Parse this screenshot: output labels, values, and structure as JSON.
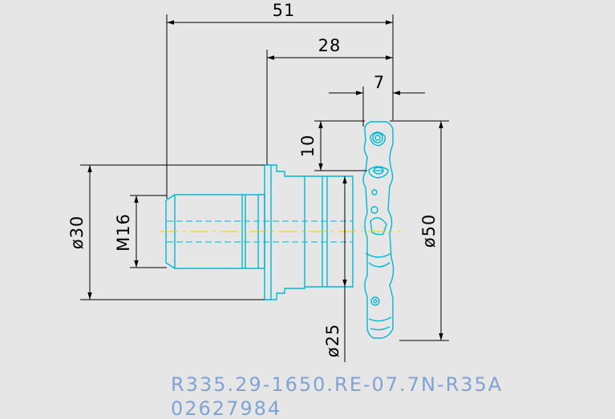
{
  "colors": {
    "background": "#e6e6e6",
    "part_outline": "#00b8d4",
    "dimension_line": "#000000",
    "centerline": "#e6d600",
    "part_code_text": "#7fa3d6"
  },
  "dimensions": {
    "overall_length": "51",
    "body_length": "28",
    "cutter_width": "7",
    "offset": "10",
    "shank_diameter": "ø30",
    "thread": "M16",
    "neck_diameter": "ø25",
    "cutter_diameter": "ø50"
  },
  "part": {
    "code": "R335.29-1650.RE-07.7N-R35A",
    "number": "02627984"
  }
}
